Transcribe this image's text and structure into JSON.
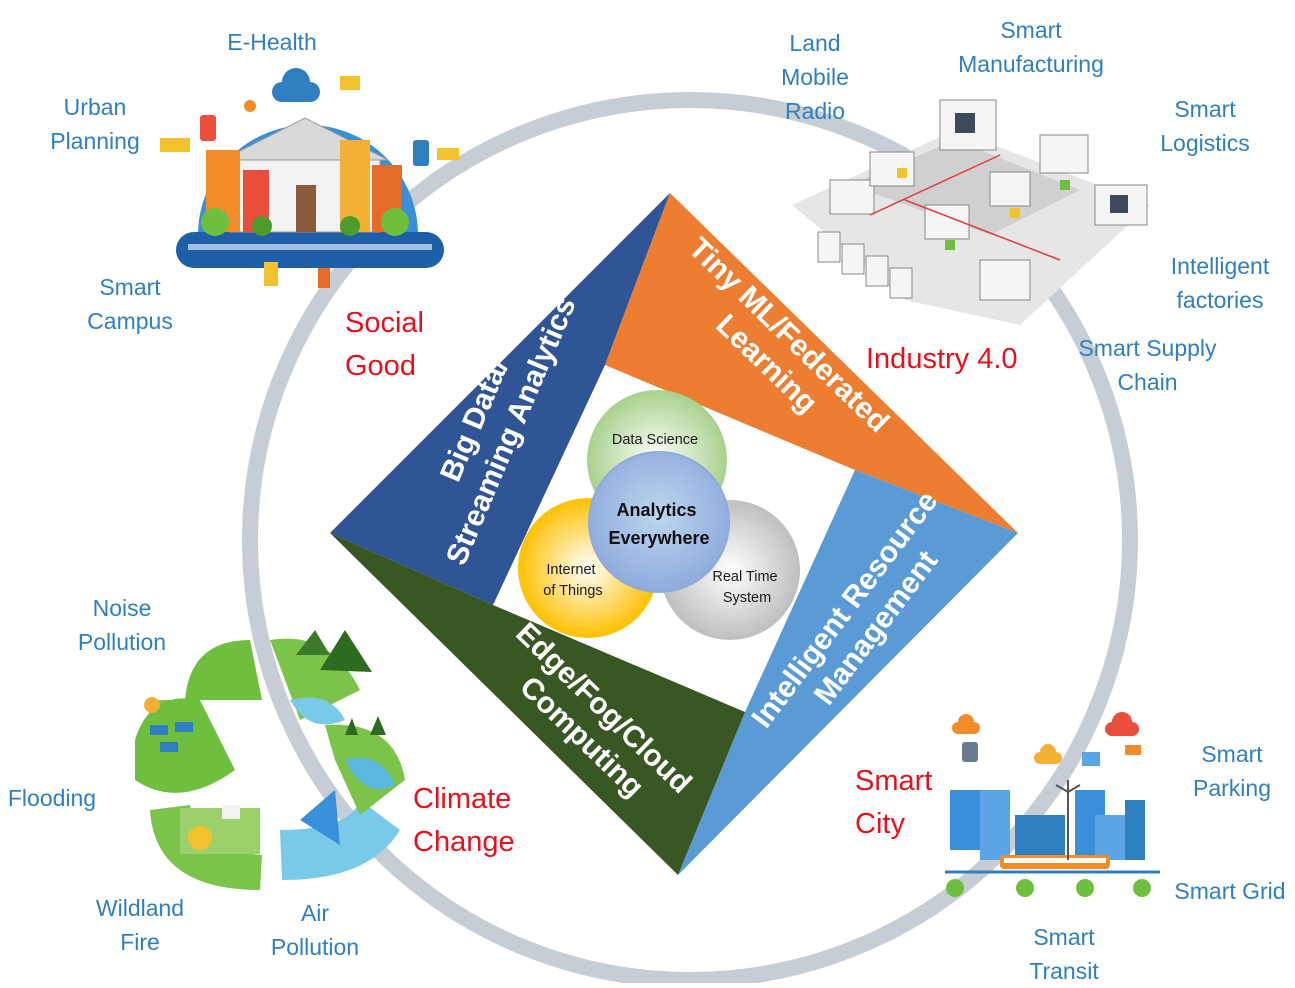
{
  "colors": {
    "ring": "#c7cdd5",
    "big_data_band": "#2f5597",
    "tiny_ml_band": "#ed7d31",
    "resource_band": "#5b9bd5",
    "edge_band": "#385723",
    "label_blue": "#2f7fc1",
    "label_red": "#e8101c"
  },
  "center": {
    "core": {
      "line1": "Analytics",
      "line2": "Everywhere"
    },
    "data_science": "Data Science",
    "iot": {
      "line1": "Internet",
      "line2": "of Things"
    },
    "real_time": {
      "line1": "Real Time",
      "line2": "System"
    }
  },
  "bands": {
    "big_data": {
      "line1": "Big Data/",
      "line2": "Streaming Analytics"
    },
    "tiny_ml": {
      "line1": "Tiny ML/Federated",
      "line2": "Learning"
    },
    "resource": {
      "line1": "Intelligent Resource",
      "line2": "Management"
    },
    "edge": {
      "line1": "Edge/Fog/Cloud",
      "line2": "Computing"
    }
  },
  "domains": {
    "social_good": "Social\nGood",
    "industry": "Industry 4.0",
    "climate": "Climate\nChange",
    "smart_city": "Smart\nCity"
  },
  "labels": {
    "e_health": "E-Health",
    "urban_planning": "Urban\nPlanning",
    "smart_campus": "Smart\nCampus",
    "land_mobile_radio": "Land\nMobile\nRadio",
    "smart_manufacturing": "Smart\nManufacturing",
    "smart_logistics": "Smart\nLogistics",
    "intelligent_factories": "Intelligent\nfactories",
    "smart_supply_chain": "Smart Supply\nChain",
    "noise_pollution": "Noise\nPollution",
    "flooding": "Flooding",
    "wildland_fire": "Wildland\nFire",
    "air_pollution": "Air\nPollution",
    "smart_parking": "Smart\nParking",
    "smart_grid": "Smart Grid",
    "smart_transit": "Smart\nTransit"
  },
  "illustrations": {
    "social": "e-government-city-dome",
    "industry": "smart-factory-isometric",
    "climate": "recycle-environment",
    "city": "smart-city-skyline"
  }
}
